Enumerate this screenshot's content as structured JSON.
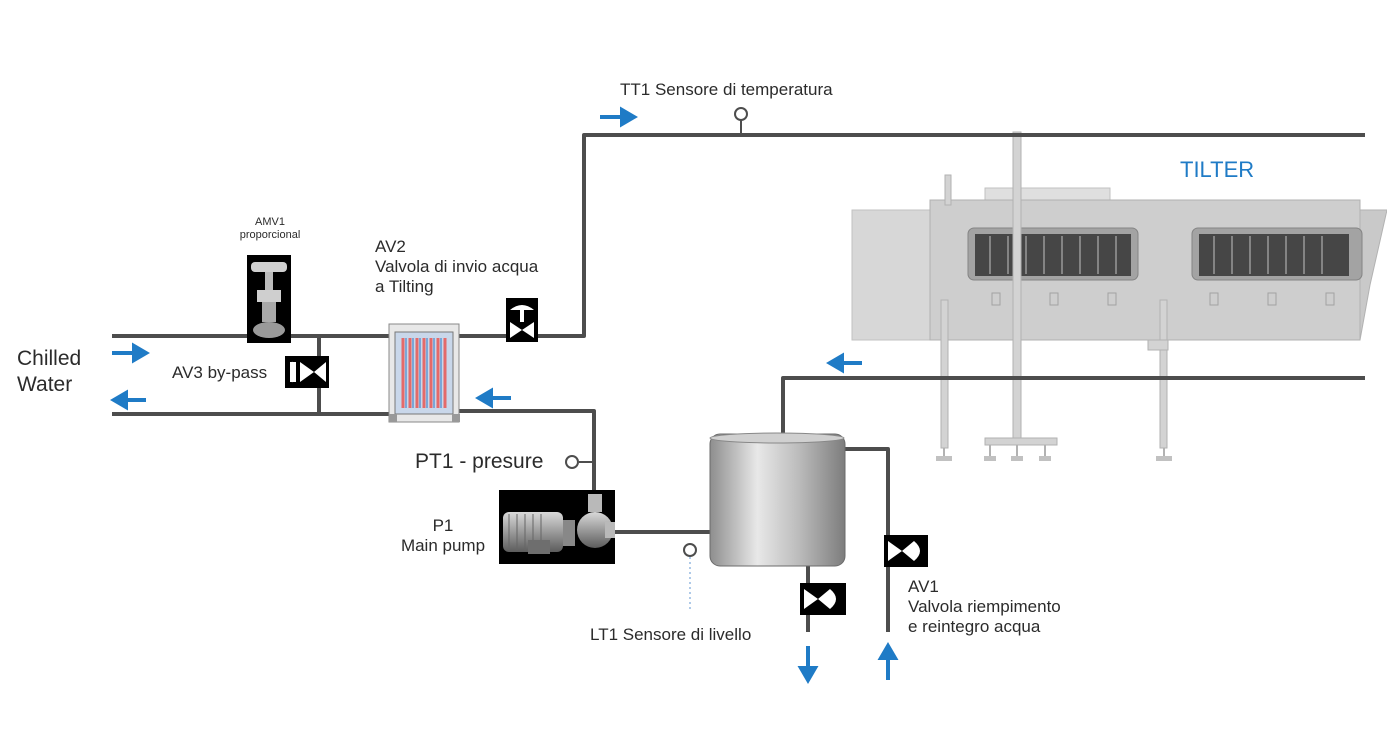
{
  "labels": {
    "chilled_water": [
      "Chilled",
      "Water"
    ],
    "amv1": [
      "AMV1",
      "proporcional"
    ],
    "av2": [
      "AV2",
      "Valvola di invio acqua",
      "a Tilting"
    ],
    "av3": "AV3 by-pass",
    "tt1": "TT1 Sensore di temperatura",
    "tilter": "TILTER",
    "pt1": "PT1 - presure",
    "p1": [
      "P1",
      "Main pump"
    ],
    "lt1": "LT1 Sensore di livello",
    "av1": [
      "AV1",
      "Valvola riempimento",
      "e reintegro acqua"
    ]
  },
  "colors": {
    "pipe": "#4d4d4d",
    "arrow": "#1f7bc6",
    "machine": "#c9c9c9",
    "hx_hot": "#e46a6a",
    "hx_cold": "#7aa7d8"
  }
}
